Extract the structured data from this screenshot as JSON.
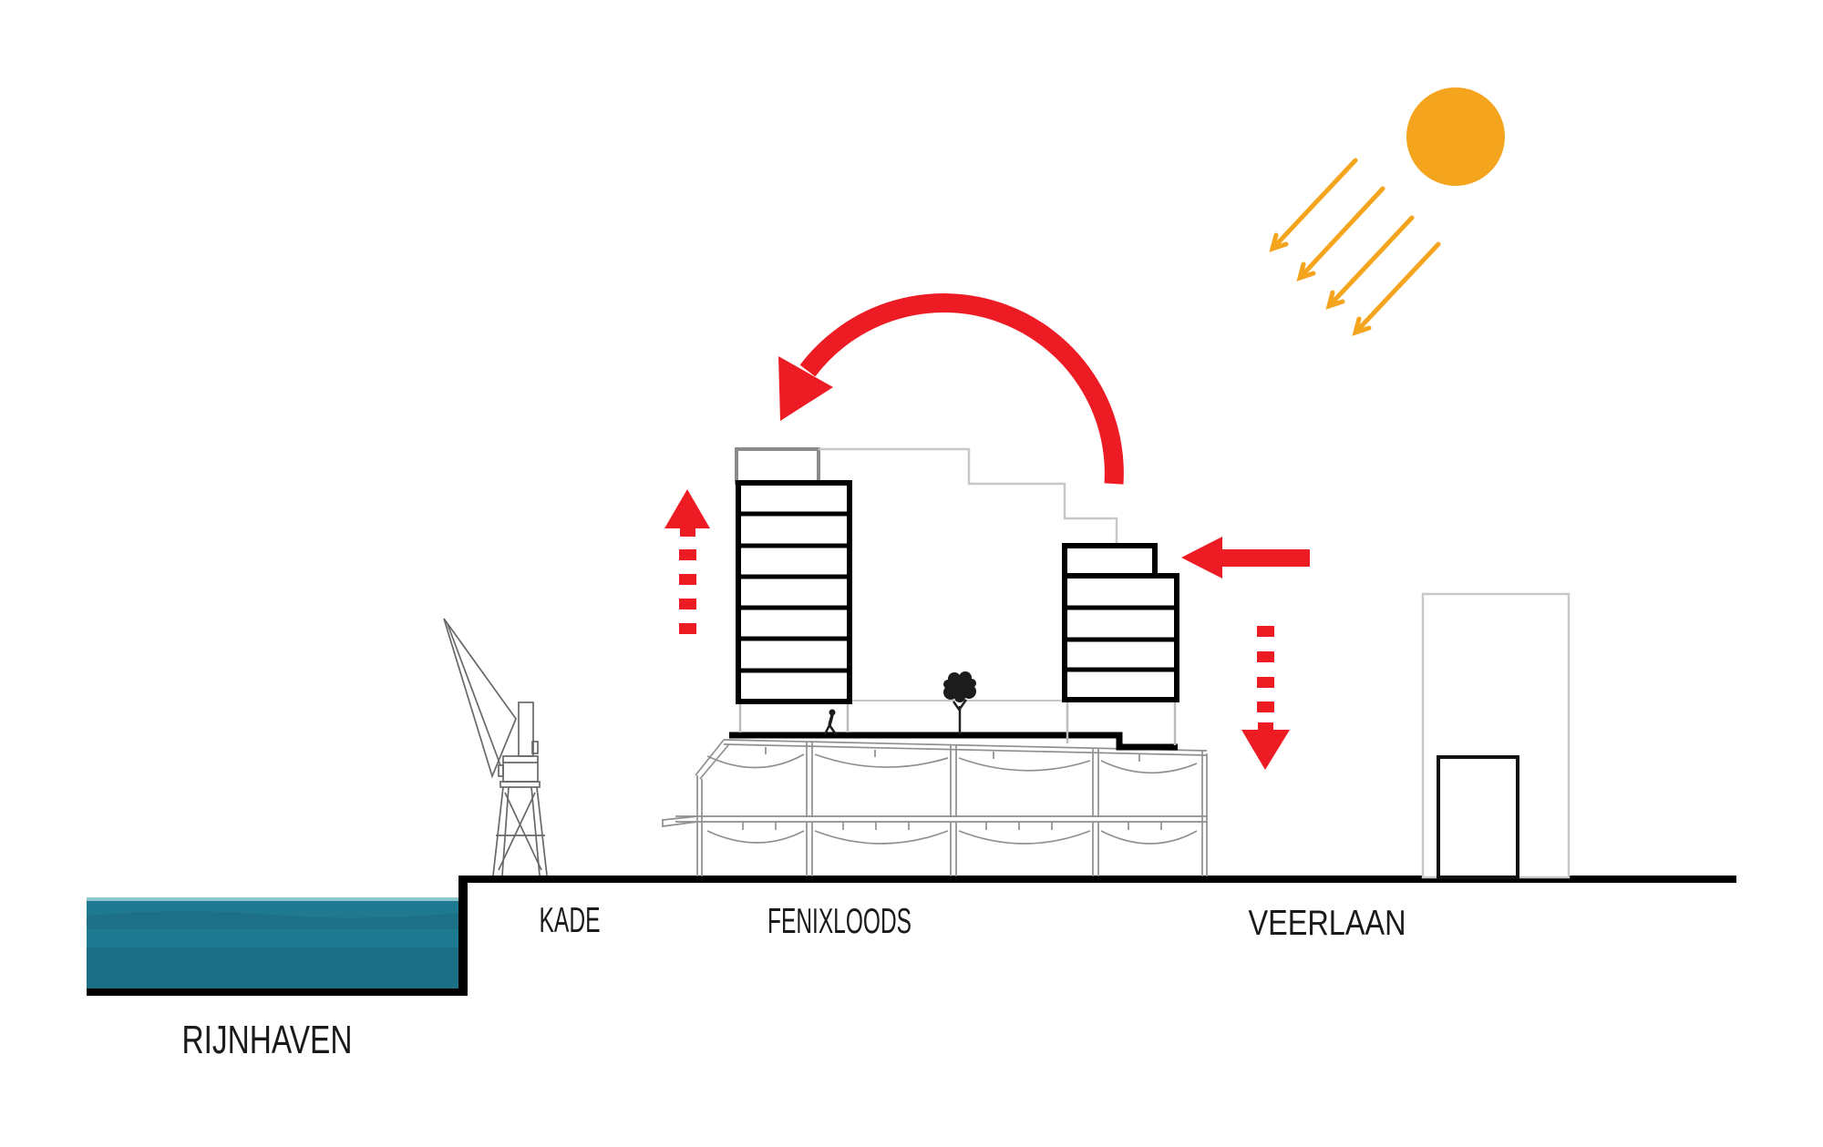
{
  "diagram": {
    "labels": {
      "kade": "KADE",
      "fenixloods": "FENIXLOODS",
      "veerlaan": "VEERLAAN",
      "rijnhaven": "RIJNHAVEN"
    },
    "colors": {
      "red": "#ED1C24",
      "orange": "#F5A41E",
      "water": "#1F7A91",
      "water_surface": "#8CC7CF",
      "ink": "#1A1A1A",
      "envelope_gray": "#C8C8C8",
      "envelope_dark_gray": "#8A8A8A",
      "drawing_gray": "#8F8F8F",
      "ground_black": "#000000"
    },
    "icons": {
      "sun": "sun-icon",
      "sun_rays": "sun-rays-arrows-icon",
      "circulation": "arc-arrow-counterclockwise-icon",
      "rising_air": "dashed-arrow-up-icon",
      "wind_inflow": "solid-arrow-left-icon",
      "sinking_air": "dashed-arrow-down-icon"
    }
  }
}
